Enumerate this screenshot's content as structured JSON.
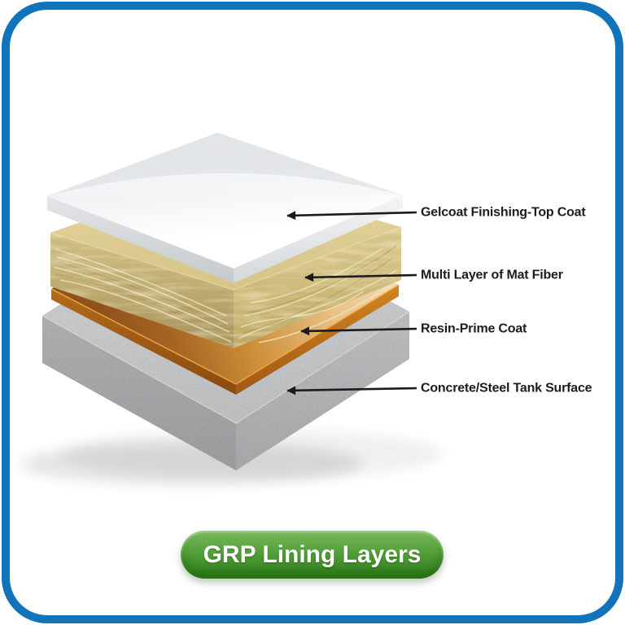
{
  "title_badge": {
    "label": "GRP Lining Layers"
  },
  "layers": [
    {
      "id": "gelcoat",
      "label": "Gelcoat Finishing-Top Coat",
      "swatch": "#f4f5f6"
    },
    {
      "id": "mat-fiber",
      "label": "Multi Layer of Mat Fiber",
      "swatch": "#d0be80"
    },
    {
      "id": "resin-prime",
      "label": "Resin-Prime Coat",
      "swatch": "#c07c22"
    },
    {
      "id": "concrete-steel",
      "label": "Concrete/Steel Tank Surface",
      "swatch": "#b3b4b6"
    }
  ],
  "colors": {
    "frame_border": "#1173ba",
    "arrow": "#1b1b1b",
    "label_text": "#1c1c1c",
    "button_green_top": "#79ba5e",
    "button_green_bottom": "#2d7c1a",
    "button_text": "#ffffff"
  }
}
